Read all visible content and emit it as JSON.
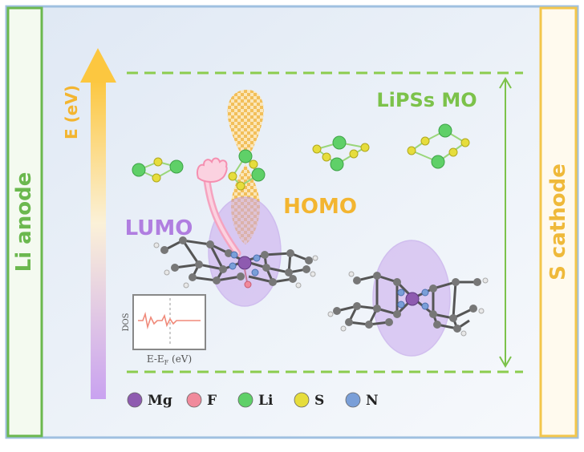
{
  "labels": {
    "anode": "Li anode",
    "cathode": "S cathode",
    "energy_axis": "E (eV)",
    "lipss_mo": "LiPSs MO",
    "homo": "HOMO",
    "lumo": "LUMO",
    "dos_y": "DOS",
    "dos_x_main": "E-E",
    "dos_x_sub": "F",
    "dos_x_unit": " (eV)"
  },
  "legend": [
    {
      "symbol": "Mg",
      "color": "#8e5bb0"
    },
    {
      "symbol": "F",
      "color": "#f08a9c"
    },
    {
      "symbol": "Li",
      "color": "#5fd068"
    },
    {
      "symbol": "S",
      "color": "#e6dd3c"
    },
    {
      "symbol": "N",
      "color": "#7a9fd8"
    }
  ],
  "colors": {
    "anode_border": "#6bb84e",
    "cathode_border": "#f3c64b",
    "anode_text": "#6bb84e",
    "cathode_text": "#efb93a",
    "homo_text": "#f3b530",
    "lumo_text": "#b07ee0",
    "mo_text": "#7cc24a",
    "dashed_line": "#8ccc4e",
    "orbital_purple": "#c9a8ee",
    "orbital_yellow": "#f7c860"
  },
  "icons": {
    "hand": "pointing-hand-icon"
  }
}
